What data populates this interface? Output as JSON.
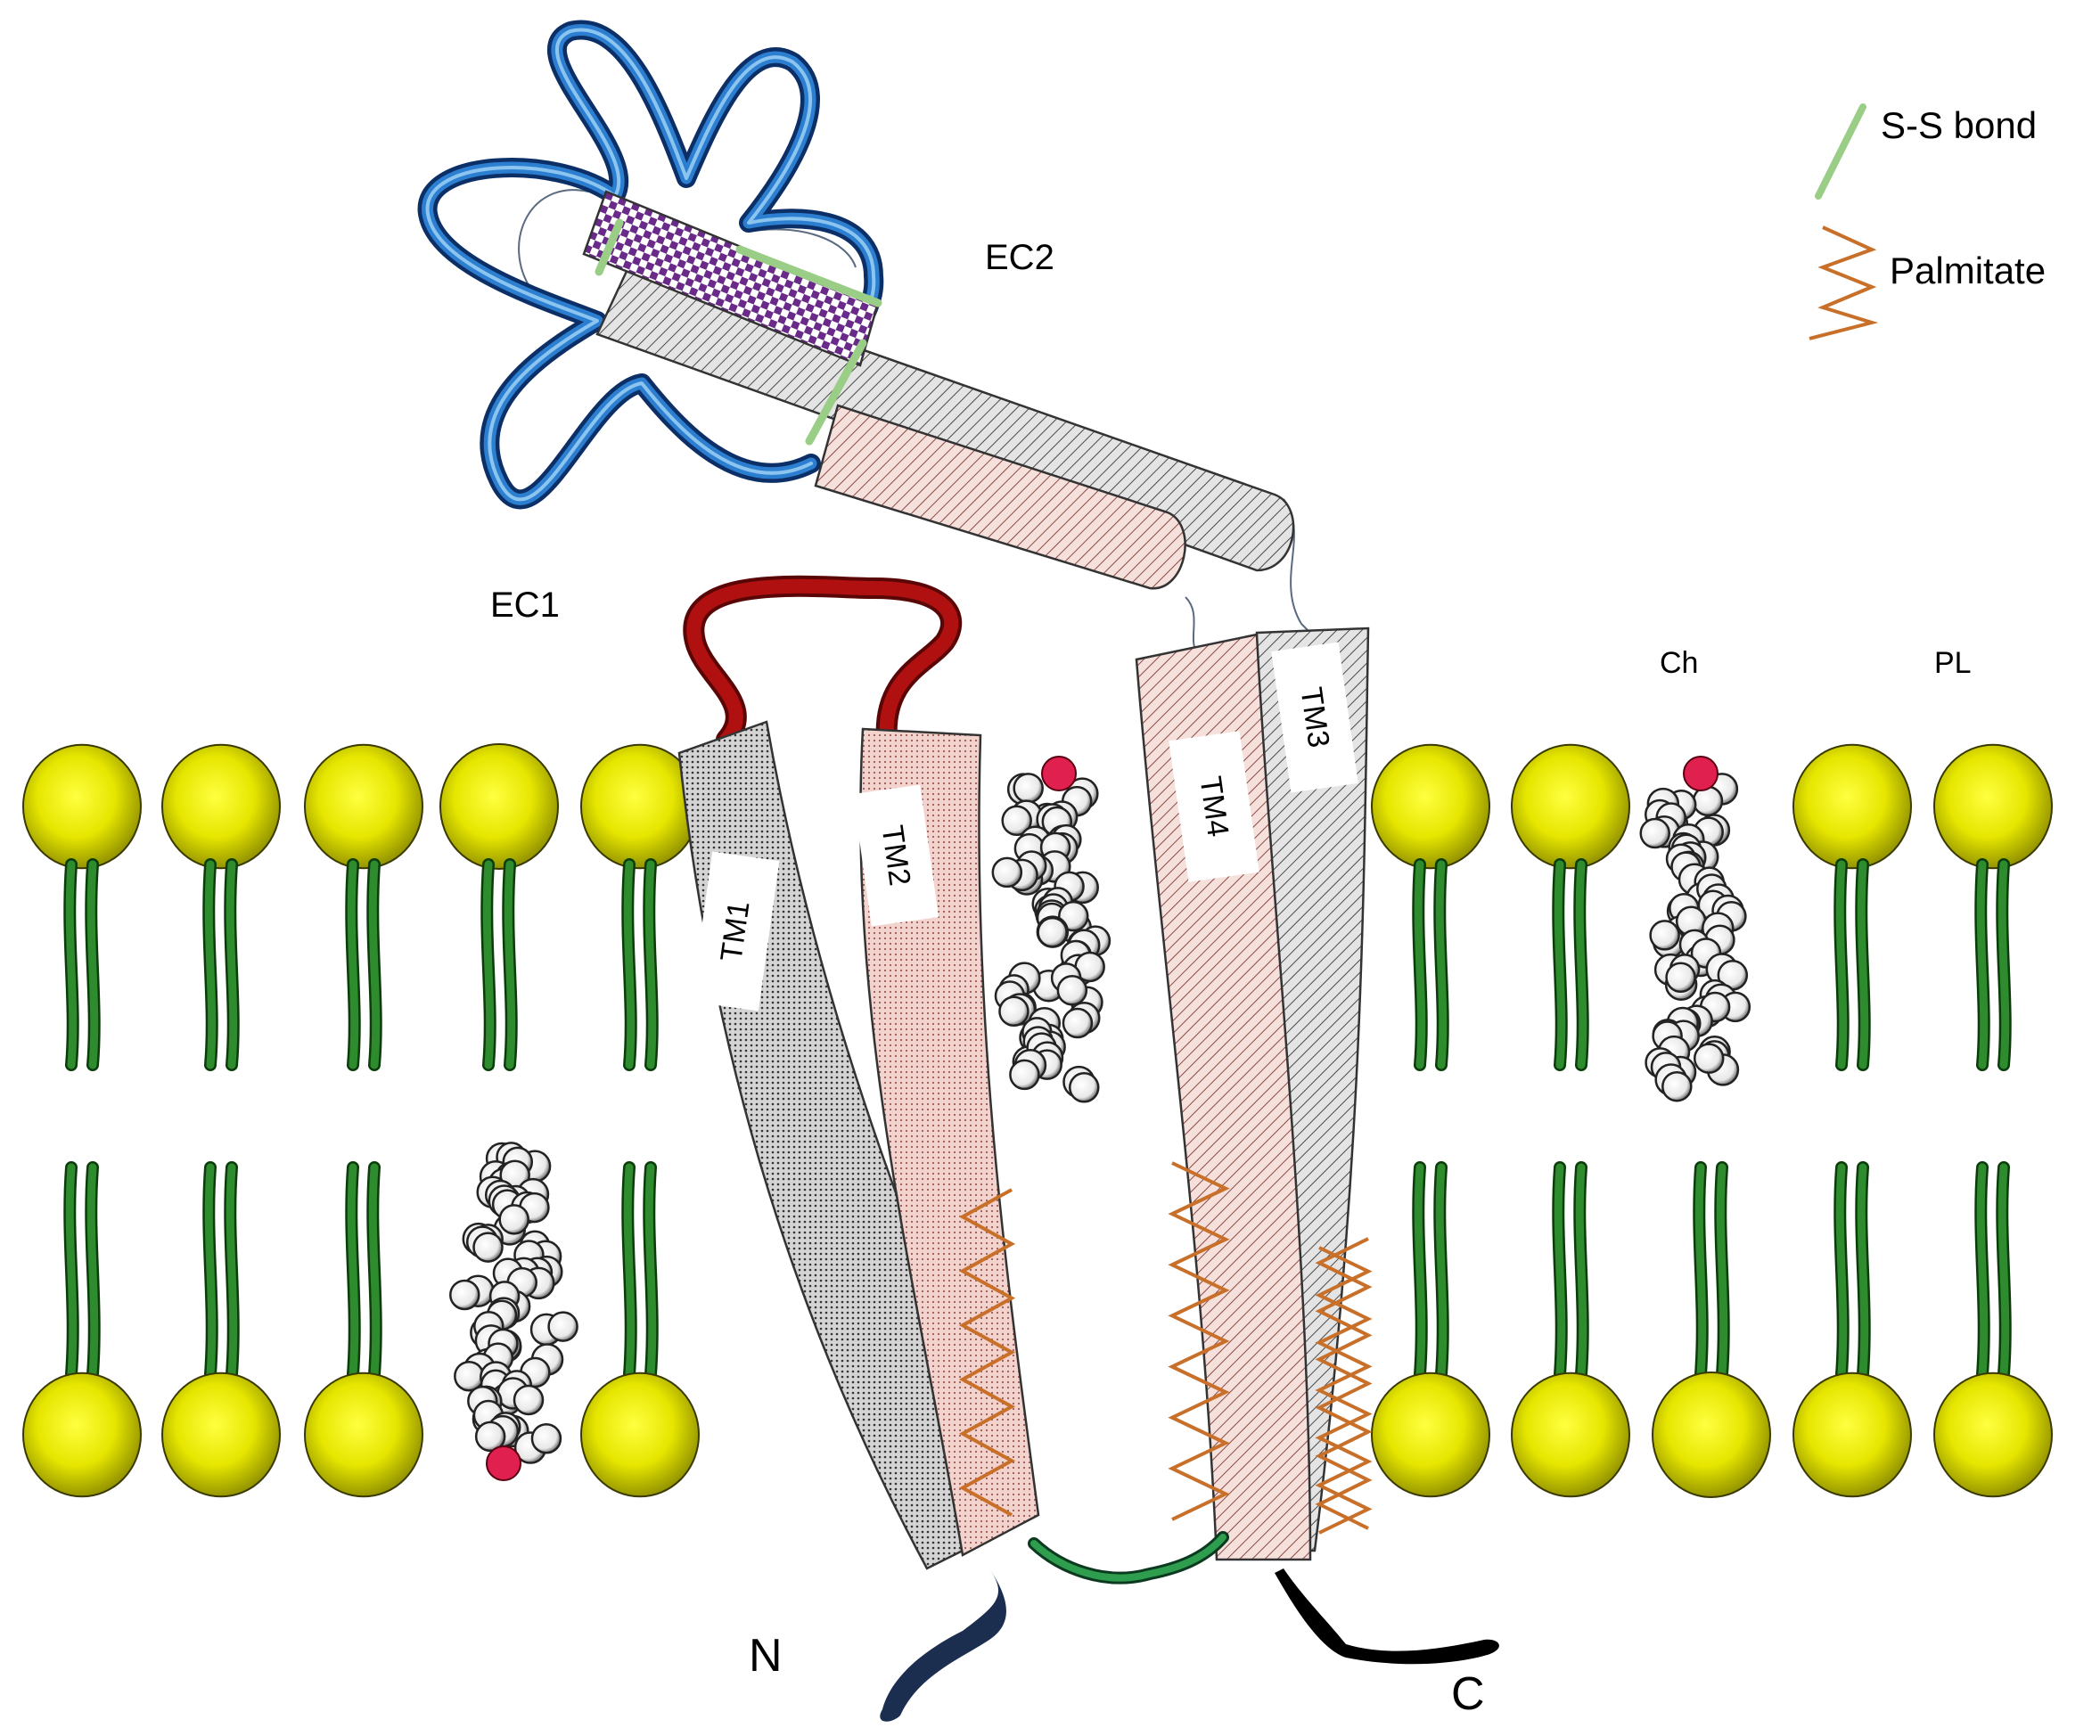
{
  "labels": {
    "ec1": "EC1",
    "ec2": "EC2",
    "tm1": "TM1",
    "tm2": "TM2",
    "tm3": "TM3",
    "tm4": "TM4",
    "n_term": "N",
    "c_term": "C",
    "ch": "Ch",
    "pl": "PL"
  },
  "legend": {
    "ss_bond": "S-S bond",
    "palmitate": "Palmitate"
  },
  "colors": {
    "lipid_head": "#e6e600",
    "lipid_tail": "#2e8b2e",
    "ss_bond": "#9acd86",
    "palmitate": "#c8702a",
    "ec2_loop": "#1f6fb5",
    "ec1_loop": "#b01010",
    "tm_grey": "#dcdcdc",
    "tm_pink": "#f3d7d2",
    "checker": "#6a2a8a",
    "inner_loop": "#2e9e4e",
    "n_tail": "#1c2e50",
    "c_tail": "#000000",
    "cholesterol_oh": "#e0204f"
  }
}
